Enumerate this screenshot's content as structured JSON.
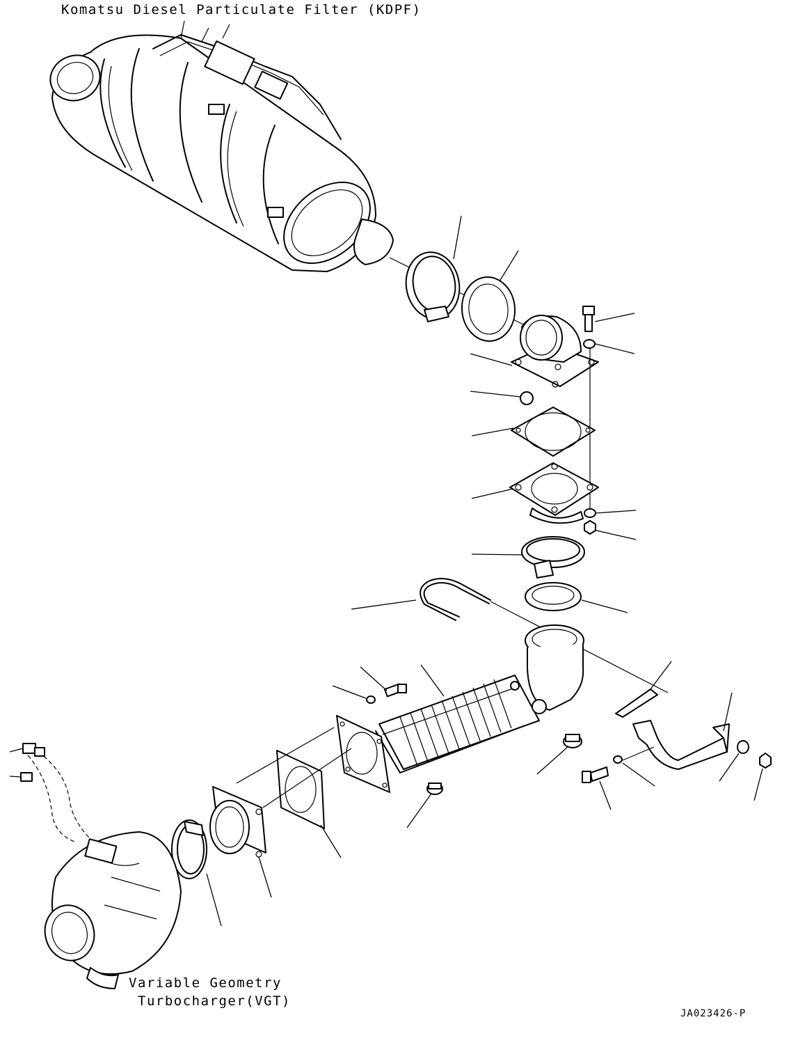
{
  "diagram": {
    "title": "Komatsu Diesel Particulate Filter (KDPF)",
    "vgt_label_line1": "Variable Geometry",
    "vgt_label_line2": "Turbocharger(VGT)",
    "drawing_code": "JA023426-P"
  }
}
